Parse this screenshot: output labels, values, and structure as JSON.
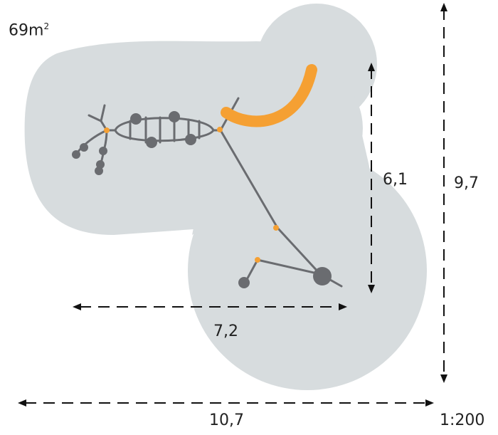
{
  "area": {
    "value": "69m",
    "unit_sup": "2"
  },
  "dimensions": {
    "inner_height": "6,1",
    "outer_height": "9,7",
    "inner_width": "7,2",
    "outer_width": "10,7"
  },
  "scale": "1:200",
  "colors": {
    "zone": "#d7dcde",
    "accent": "#f5a033",
    "equipment": "#6a6c70"
  }
}
